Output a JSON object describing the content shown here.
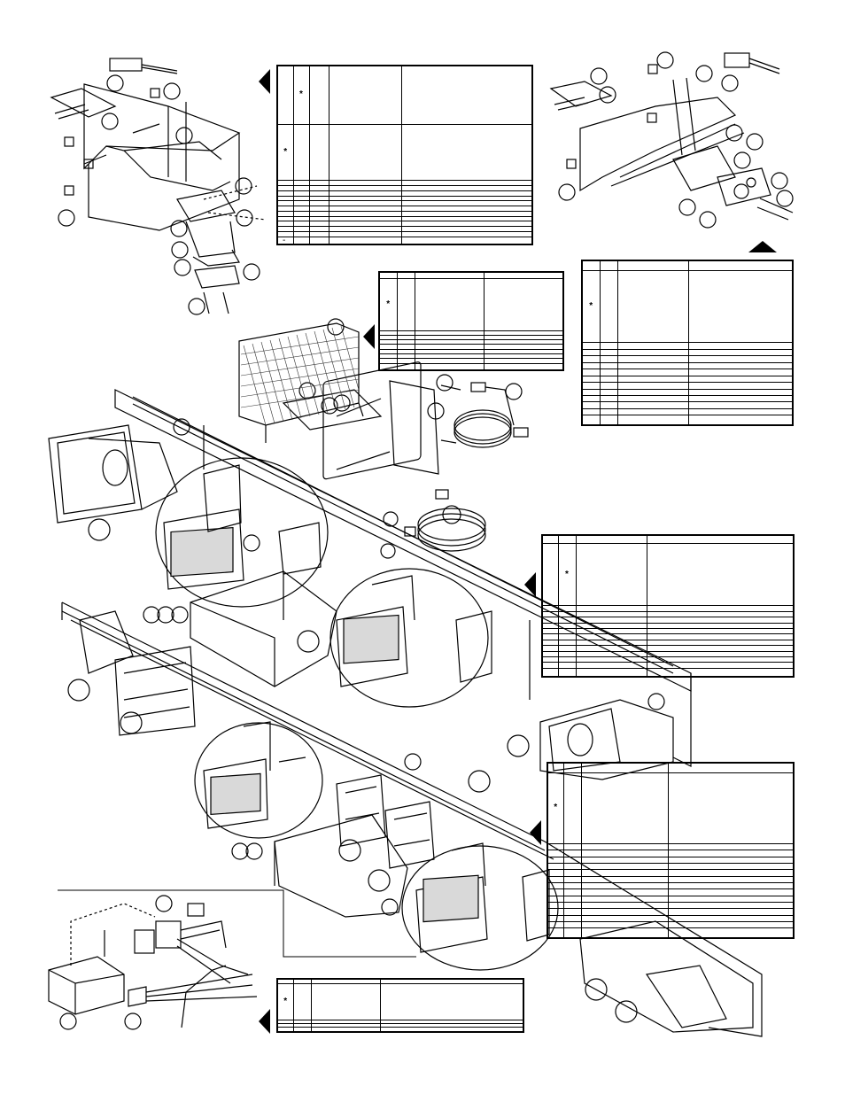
{
  "figure": {
    "callout_labels": [
      "",
      "",
      "",
      ""
    ],
    "flag": {
      "mark_left": "-"
    }
  },
  "tables": [
    {
      "id": "top-left",
      "rows": 14,
      "cols": 5,
      "marks": [
        {
          "row": 0,
          "col": 1,
          "text": "*"
        },
        {
          "row": 1,
          "col": 0,
          "text": "*"
        }
      ]
    },
    {
      "id": "top-right",
      "rows": 14,
      "cols": 4,
      "marks": [
        {
          "row": 1,
          "col": 0,
          "text": "*"
        }
      ]
    },
    {
      "id": "middle",
      "rows": 10,
      "cols": 4,
      "marks": [
        {
          "row": 1,
          "col": 0,
          "text": "*"
        }
      ]
    },
    {
      "id": "right-upper",
      "rows": 14,
      "cols": 4,
      "marks": [
        {
          "row": 1,
          "col": 1,
          "text": "*"
        }
      ]
    },
    {
      "id": "right-lower",
      "rows": 16,
      "cols": 4,
      "marks": [
        {
          "row": 1,
          "col": 0,
          "text": "*"
        }
      ]
    },
    {
      "id": "bottom",
      "rows": 5,
      "cols": 4,
      "marks": [
        {
          "row": 1,
          "col": 0,
          "text": "*"
        }
      ]
    }
  ],
  "colors": {
    "ink": "#000000",
    "paper": "#ffffff",
    "hatch": "#333333",
    "lens": "#d9d9d9"
  }
}
